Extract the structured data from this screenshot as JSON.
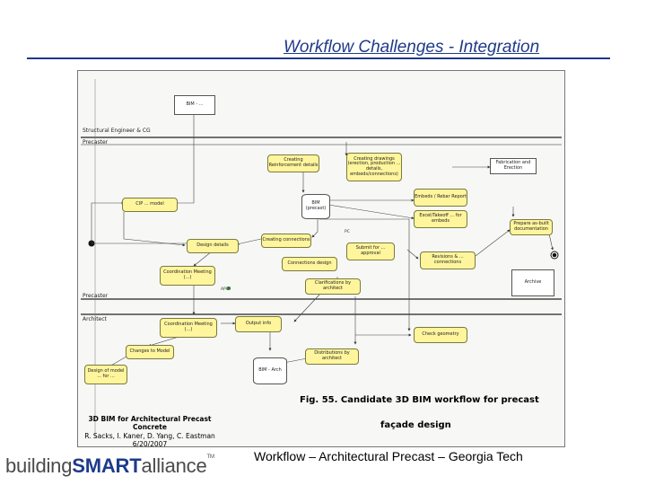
{
  "slide": {
    "title": "Workflow Challenges - Integration",
    "footer": "Workflow – Architectural Precast – Georgia Tech",
    "logo": {
      "part1": "building",
      "part2": "SMART",
      "part3": "alliance",
      "mark": "TM"
    }
  },
  "diagram": {
    "lanes": [
      "Structural Engineer & CG",
      "Precaster",
      "Precaster",
      "Architect"
    ],
    "nodes": {
      "bim_top": "BIM - ...",
      "creating_reinforcement": "Creating Reinforcement details",
      "creating_drawings": "Creating drawings (erection, production ... details, embeds/connections)",
      "fabrication_erection": "Fabrication and Erection",
      "cip_model": "CIP ... model",
      "bim_precast": "BIM (precast)",
      "embeds_report": "Embeds / Rebar Report",
      "excel_takeoff": "Excel/Takeoff ... for embeds",
      "prepare_as_built": "Prepare as-built documentation",
      "design_details": "Design details",
      "creating_connections": "Creating connections",
      "submit_approval": "Submit for ... approval",
      "revisions": "Revisions & ... connections",
      "connections_design": "Connections design",
      "coordination_meeting_1": "Coordination Meeting (...)",
      "clarifications_1": "Clarifications by architect",
      "archive": "Archive",
      "coordination_meeting_2": "Coordination Meeting (...)",
      "output_info": "Output info",
      "check_geometry": "Check geometry",
      "changes_model": "Changes to Model",
      "bim_arch": "BIM - Arch",
      "distributions": "Distributions by architect",
      "design_model": "Design of model ... for ..."
    },
    "small_labels": {
      "apc": "APC",
      "pc": "PC"
    },
    "caption_line1": "Fig. 55. Candidate 3D BIM workflow for precast",
    "caption_line2": "façade design",
    "citation": {
      "title1": "3D BIM for Architectural Precast",
      "title2": "Concrete",
      "authors": "R. Sacks, I. Kaner, D. Yang, C. Eastman",
      "date": "6/20/2007"
    }
  }
}
